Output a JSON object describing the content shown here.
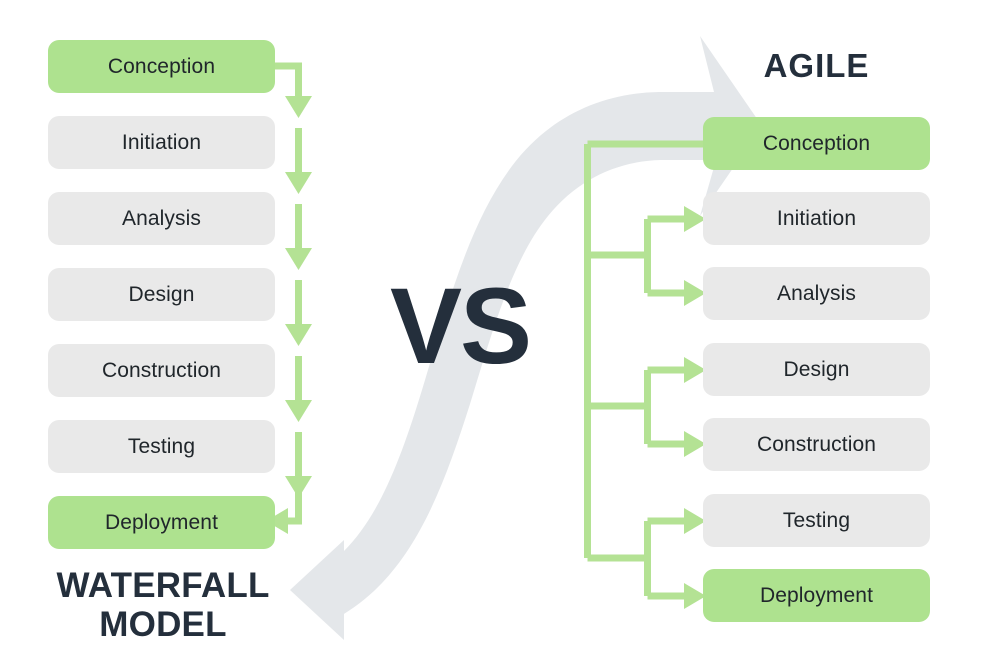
{
  "diagram": {
    "type": "comparison-flow",
    "center_label": "VS",
    "colors": {
      "background": "#ffffff",
      "node_grey": "#e9e9e9",
      "node_green": "#aee28f",
      "connector_green": "#b4e294",
      "big_arrow_grey": "#e4e7ea",
      "text_dark": "#20262b",
      "title_dark": "#242f3c"
    }
  },
  "waterfall": {
    "title": "WATERFALL\nMODEL",
    "title_line1": "WATERFALL",
    "title_line2": "MODEL",
    "stages": [
      {
        "label": "Conception",
        "highlight": true
      },
      {
        "label": "Initiation",
        "highlight": false
      },
      {
        "label": "Analysis",
        "highlight": false
      },
      {
        "label": "Design",
        "highlight": false
      },
      {
        "label": "Construction",
        "highlight": false
      },
      {
        "label": "Testing",
        "highlight": false
      },
      {
        "label": "Deployment",
        "highlight": true
      }
    ],
    "flow": "sequential-top-to-bottom"
  },
  "agile": {
    "title": "AGILE",
    "stages": [
      {
        "label": "Conception",
        "highlight": true
      },
      {
        "label": "Initiation",
        "highlight": false
      },
      {
        "label": "Analysis",
        "highlight": false
      },
      {
        "label": "Design",
        "highlight": false
      },
      {
        "label": "Construction",
        "highlight": false
      },
      {
        "label": "Testing",
        "highlight": false
      },
      {
        "label": "Deployment",
        "highlight": true
      }
    ],
    "flow": "iterative-branching-spine"
  },
  "big_arrow": {
    "name": "bidirectional-curved-arrow",
    "head_top_right": "points-right-to-agile",
    "head_bottom_left": "points-left-to-waterfall"
  }
}
